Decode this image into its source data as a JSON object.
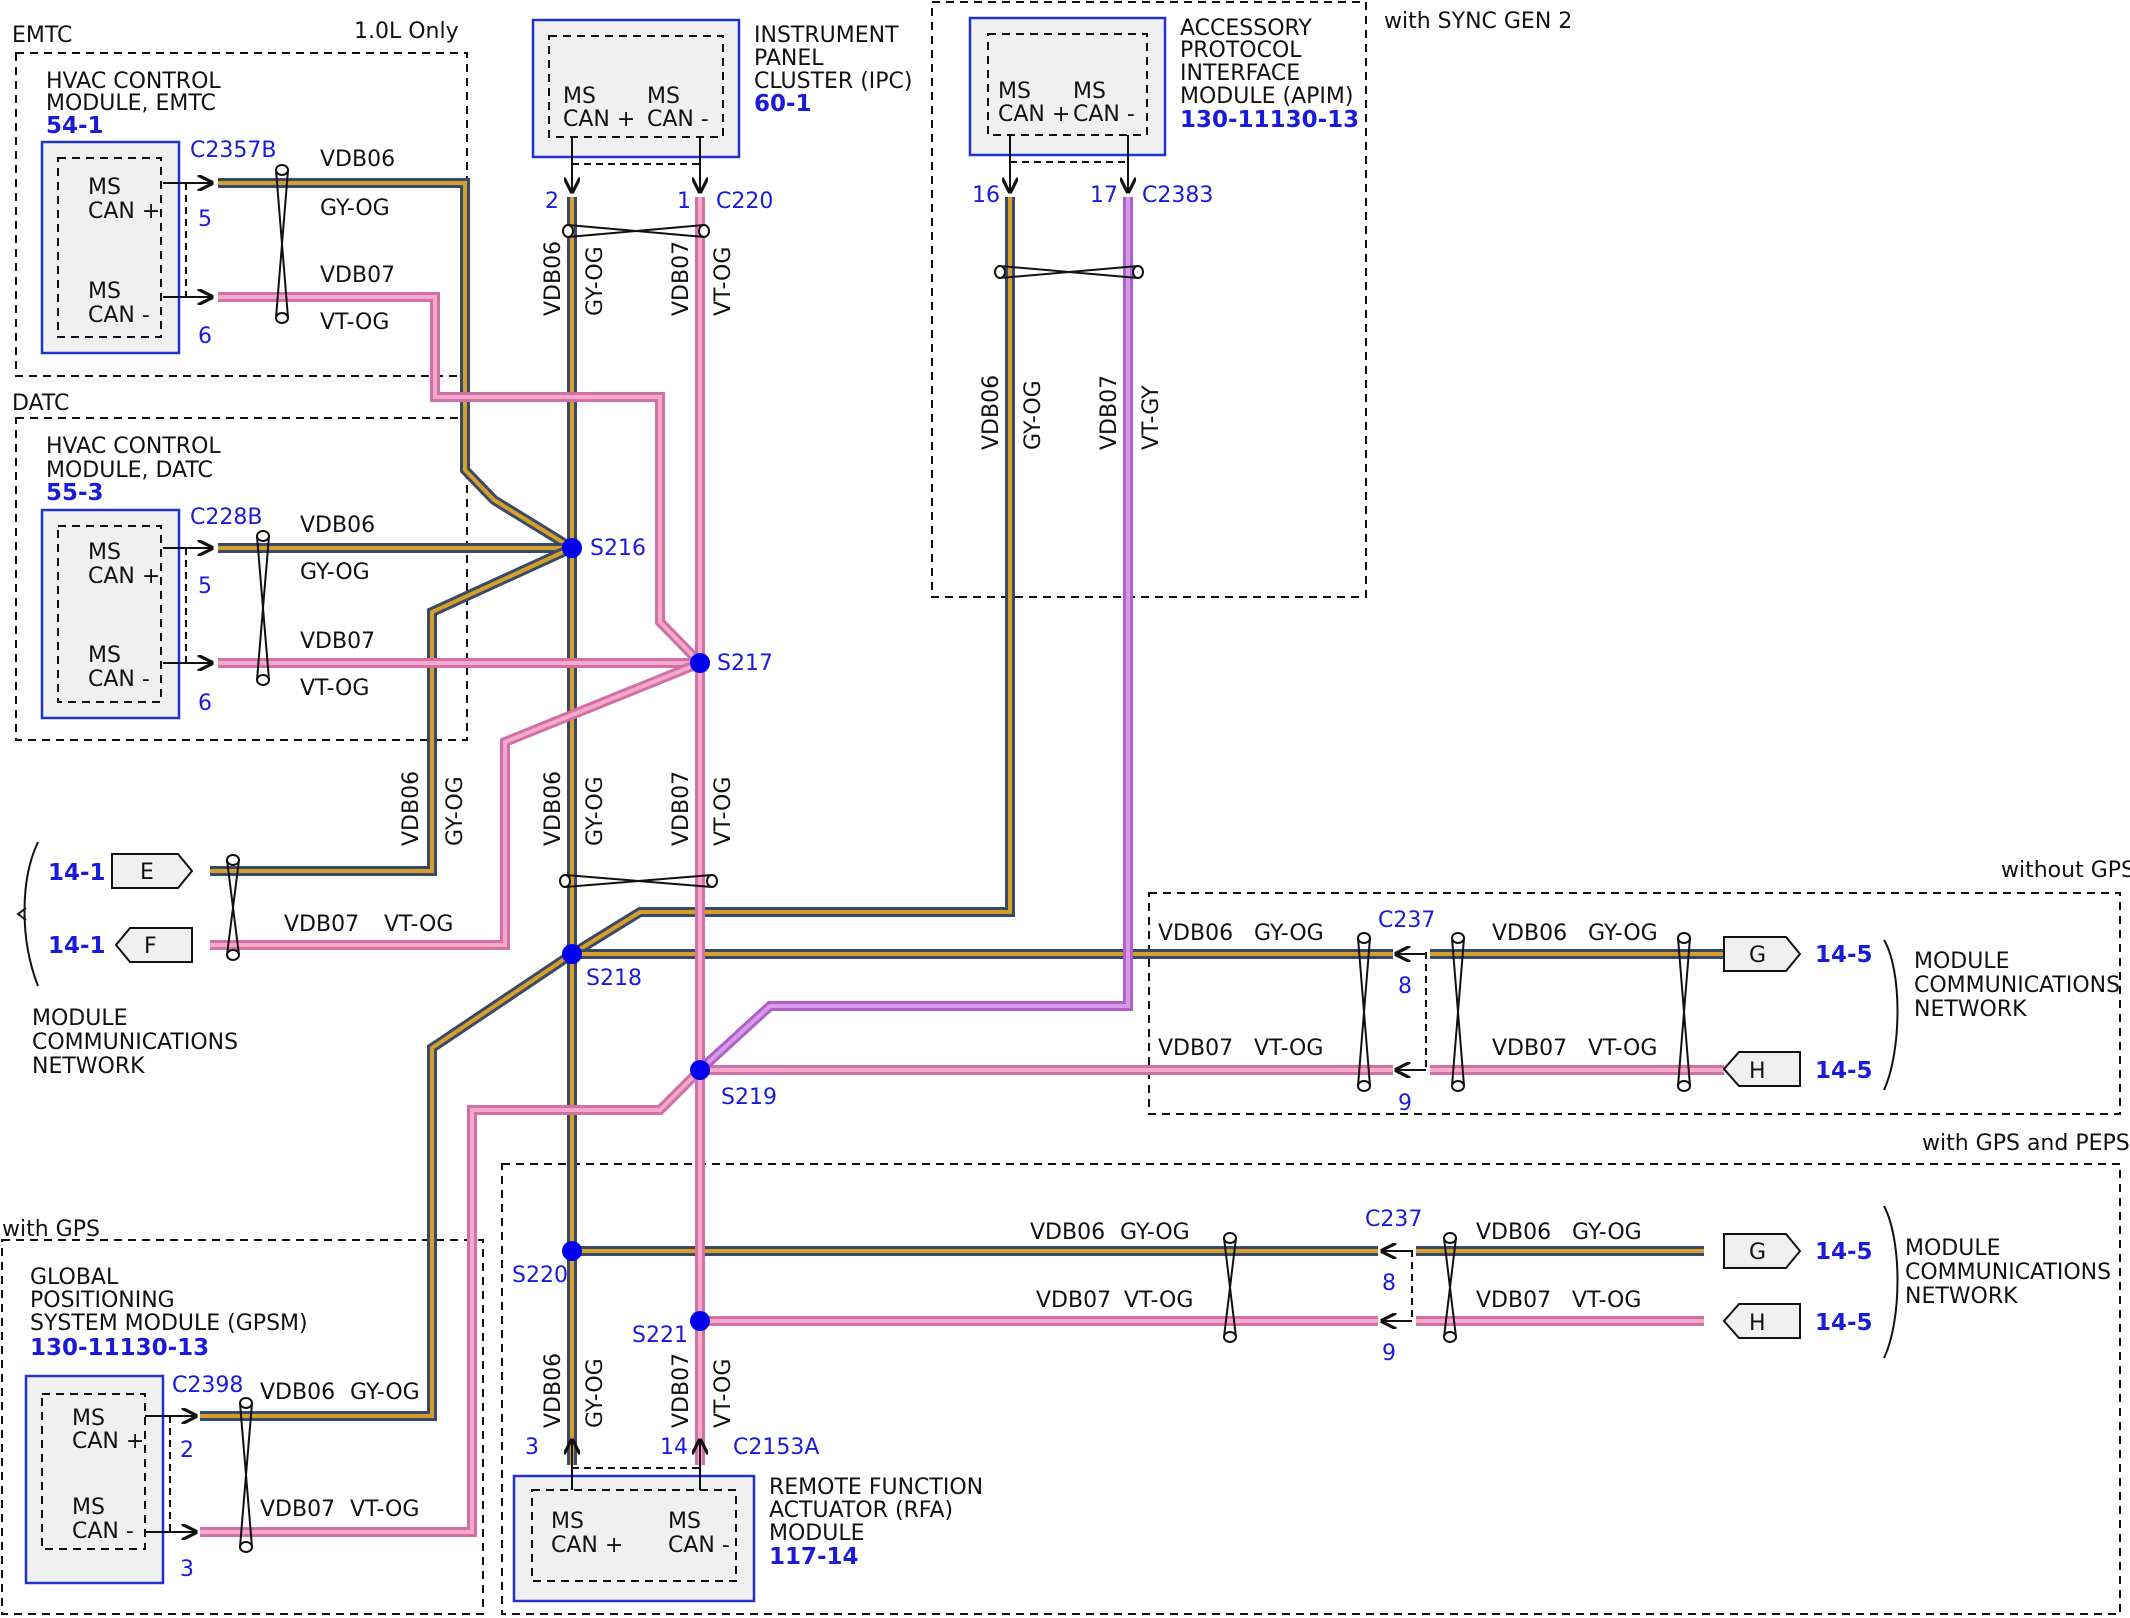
{
  "colors": {
    "gy_og_outer": "#3a4a66",
    "gy_og_core": "#d4a02a",
    "vt_og_outer": "#d06fa8",
    "vt_og_core": "#f6a9c6",
    "vt_gy_outer": "#b060c8",
    "vt_gy_core": "#d59be8",
    "splice": "#0000ee",
    "reference_blue": "#1a1adb"
  },
  "regions": {
    "emtc": {
      "label": "EMTC",
      "note": "1.0L Only"
    },
    "datc": {
      "label": "DATC"
    },
    "apim_region": {
      "note": "with SYNC GEN 2"
    },
    "without_gps": {
      "note": "without GPS"
    },
    "with_gps_peps": {
      "note": "with GPS and PEPS"
    },
    "with_gps": {
      "note": "with GPS"
    }
  },
  "modules": {
    "hvac_emtc": {
      "name": [
        "HVAC CONTROL",
        "MODULE, EMTC"
      ],
      "ref": "54-1",
      "connector": "C2357B",
      "pins": [
        "5",
        "6"
      ]
    },
    "hvac_datc": {
      "name": [
        "HVAC CONTROL",
        "MODULE, DATC"
      ],
      "ref": "55-3",
      "connector": "C228B",
      "pins": [
        "5",
        "6"
      ]
    },
    "ipc": {
      "name": [
        "INSTRUMENT",
        "PANEL",
        "CLUSTER (IPC)"
      ],
      "ref": "60-1",
      "connector": "C220",
      "pins": [
        "2",
        "1"
      ]
    },
    "apim": {
      "name": [
        "ACCESSORY",
        "PROTOCOL",
        "INTERFACE",
        "MODULE (APIM)"
      ],
      "ref": "130-11130-13",
      "connector": "C2383",
      "pins": [
        "16",
        "17"
      ]
    },
    "gpsm": {
      "name": [
        "GLOBAL",
        "POSITIONING",
        "SYSTEM MODULE (GPSM)"
      ],
      "ref": "130-11130-13",
      "connector": "C2398",
      "pins": [
        "2",
        "3"
      ]
    },
    "rfa": {
      "name": [
        "REMOTE FUNCTION",
        "ACTUATOR (RFA)",
        "MODULE"
      ],
      "ref": "117-14",
      "connector": "C2153A",
      "pins": [
        "3",
        "14"
      ]
    }
  },
  "terminals": {
    "ms_can_plus": [
      "MS",
      "CAN +"
    ],
    "ms_can_minus": [
      "MS",
      "CAN -"
    ]
  },
  "wires": {
    "vdb06": "VDB06",
    "vdb07": "VDB07",
    "gy_og": "GY-OG",
    "vt_og": "VT-OG",
    "vt_gy": "VT-GY"
  },
  "splices": [
    "S216",
    "S217",
    "S218",
    "S219",
    "S220",
    "S221"
  ],
  "inline_connectors": {
    "upper": {
      "name": "C237",
      "pins": [
        "8",
        "9"
      ]
    },
    "lower": {
      "name": "C237",
      "pins": [
        "8",
        "9"
      ]
    }
  },
  "network_refs": {
    "left": {
      "ref": "14-1",
      "tags": [
        "E",
        "F"
      ],
      "label": [
        "MODULE",
        "COMMUNICATIONS",
        "NETWORK"
      ]
    },
    "right_upper": {
      "ref": "14-5",
      "tags": [
        "G",
        "H"
      ],
      "label": [
        "MODULE",
        "COMMUNICATIONS",
        "NETWORK"
      ]
    },
    "right_lower": {
      "ref": "14-5",
      "tags": [
        "G",
        "H"
      ],
      "label": [
        "MODULE",
        "COMMUNICATIONS",
        "NETWORK"
      ]
    }
  }
}
